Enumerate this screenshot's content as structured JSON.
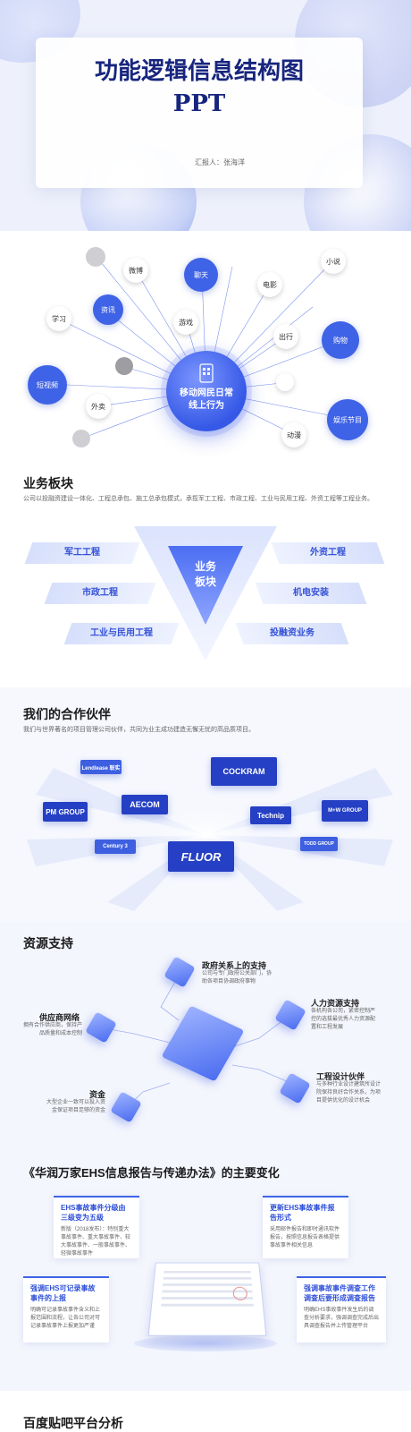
{
  "cover": {
    "title_line1": "功能逻辑信息结构图",
    "title_line2": "PPT",
    "reporter": "汇报人：张海洋"
  },
  "bubbles": {
    "center_line1": "移动网民日常",
    "center_line2": "线上行为",
    "items": [
      "微博",
      "聊天",
      "小说",
      "电影",
      "学习",
      "资讯",
      "游戏",
      "出行",
      "购物",
      "短视频",
      "外卖",
      "动漫",
      "娱乐节目"
    ]
  },
  "business": {
    "title": "业务板块",
    "desc": "公司以投融资建设一体化、工程总承包、施工总承包模式，承揽军工工程、市政工程、工业与民用工程、外资工程等工程业务。",
    "center_line1": "业务",
    "center_line2": "板块",
    "left": [
      "军工工程",
      "市政工程",
      "工业与民用工程"
    ],
    "right": [
      "外资工程",
      "机电安装",
      "投融资业务"
    ]
  },
  "partners": {
    "title": "我们的合作伙伴",
    "desc": "我们与世界著名的项目管理公司伙伴，共同为业主成功建造无懈无忧的高品质项目。",
    "logos": [
      "Lendlease 联实",
      "COCKRAM",
      "PM GROUP",
      "AECOM",
      "Technip",
      "M+W GROUP",
      "Century 3",
      "FLUOR",
      "TODD GROUP"
    ]
  },
  "resources": {
    "title": "资源支持",
    "items": [
      {
        "title": "政府关系上的支持",
        "desc": "公司与专门政府公关部门，协助各项目协调政府事物"
      },
      {
        "title": "人力资源支持",
        "desc": "各机构各公司，紧密控制严控的选拔最优秀人力资源配置和工程发展"
      },
      {
        "title": "供应商网络",
        "desc": "拥有合作供应商，保持产品质量和成本控制"
      },
      {
        "title": "工程设计伙伴",
        "desc": "与多种行业设计建筑所设计院保持良好合作关系，为项目提供优化的设计机会"
      },
      {
        "title": "资金",
        "desc": "大型企业一致可以投入资金保证项目足够的资金"
      }
    ]
  },
  "ehs": {
    "title": "《华润万家EHS信息报告与传递办法》的主要变化",
    "cards": [
      {
        "title": "EHS事故事件分级由三级变为五级",
        "desc": "新版（2018发布）：特别重大事故事件、重大事故事件、较大事故事件、一般事故事件、轻微事故事件"
      },
      {
        "title": "更新EHS事故事件报告形式",
        "desc": "采用邮件报告和即时通讯软件报告，按照信息报告表格提供事故事件相关信息"
      },
      {
        "title": "强调EHS可记录事故事件的上报",
        "desc": "明确可记录事故事件含义和上报范围和流程，让各公司对可记录事故事件上报更加严谨"
      },
      {
        "title": "强调事故事件调查工作调查后要形成调查报告",
        "desc": "明确EHS事故事件发生后的调查分析要求，强调调查完成后出具调查报告并上传管理平台"
      }
    ]
  },
  "baidu": {
    "title": "百度贴吧平台分析"
  }
}
